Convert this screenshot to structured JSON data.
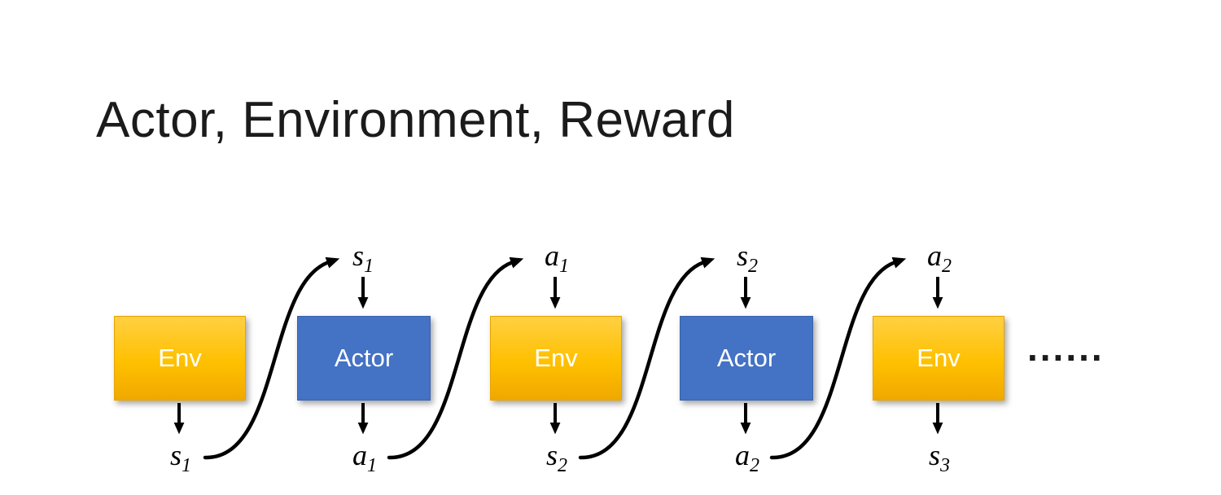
{
  "title": "Actor, Environment, Reward",
  "ellipsis": "......",
  "colors": {
    "env": "#FFC000",
    "actor": "#4472C4"
  },
  "boxes": [
    {
      "label": "Env",
      "type": "env",
      "top": null,
      "bottom": {
        "base": "s",
        "sub": "1"
      }
    },
    {
      "label": "Actor",
      "type": "actor",
      "top": {
        "base": "s",
        "sub": "1"
      },
      "bottom": {
        "base": "a",
        "sub": "1"
      }
    },
    {
      "label": "Env",
      "type": "env",
      "top": {
        "base": "a",
        "sub": "1"
      },
      "bottom": {
        "base": "s",
        "sub": "2"
      }
    },
    {
      "label": "Actor",
      "type": "actor",
      "top": {
        "base": "s",
        "sub": "2"
      },
      "bottom": {
        "base": "a",
        "sub": "2"
      }
    },
    {
      "label": "Env",
      "type": "env",
      "top": {
        "base": "a",
        "sub": "2"
      },
      "bottom": {
        "base": "s",
        "sub": "3"
      }
    }
  ]
}
